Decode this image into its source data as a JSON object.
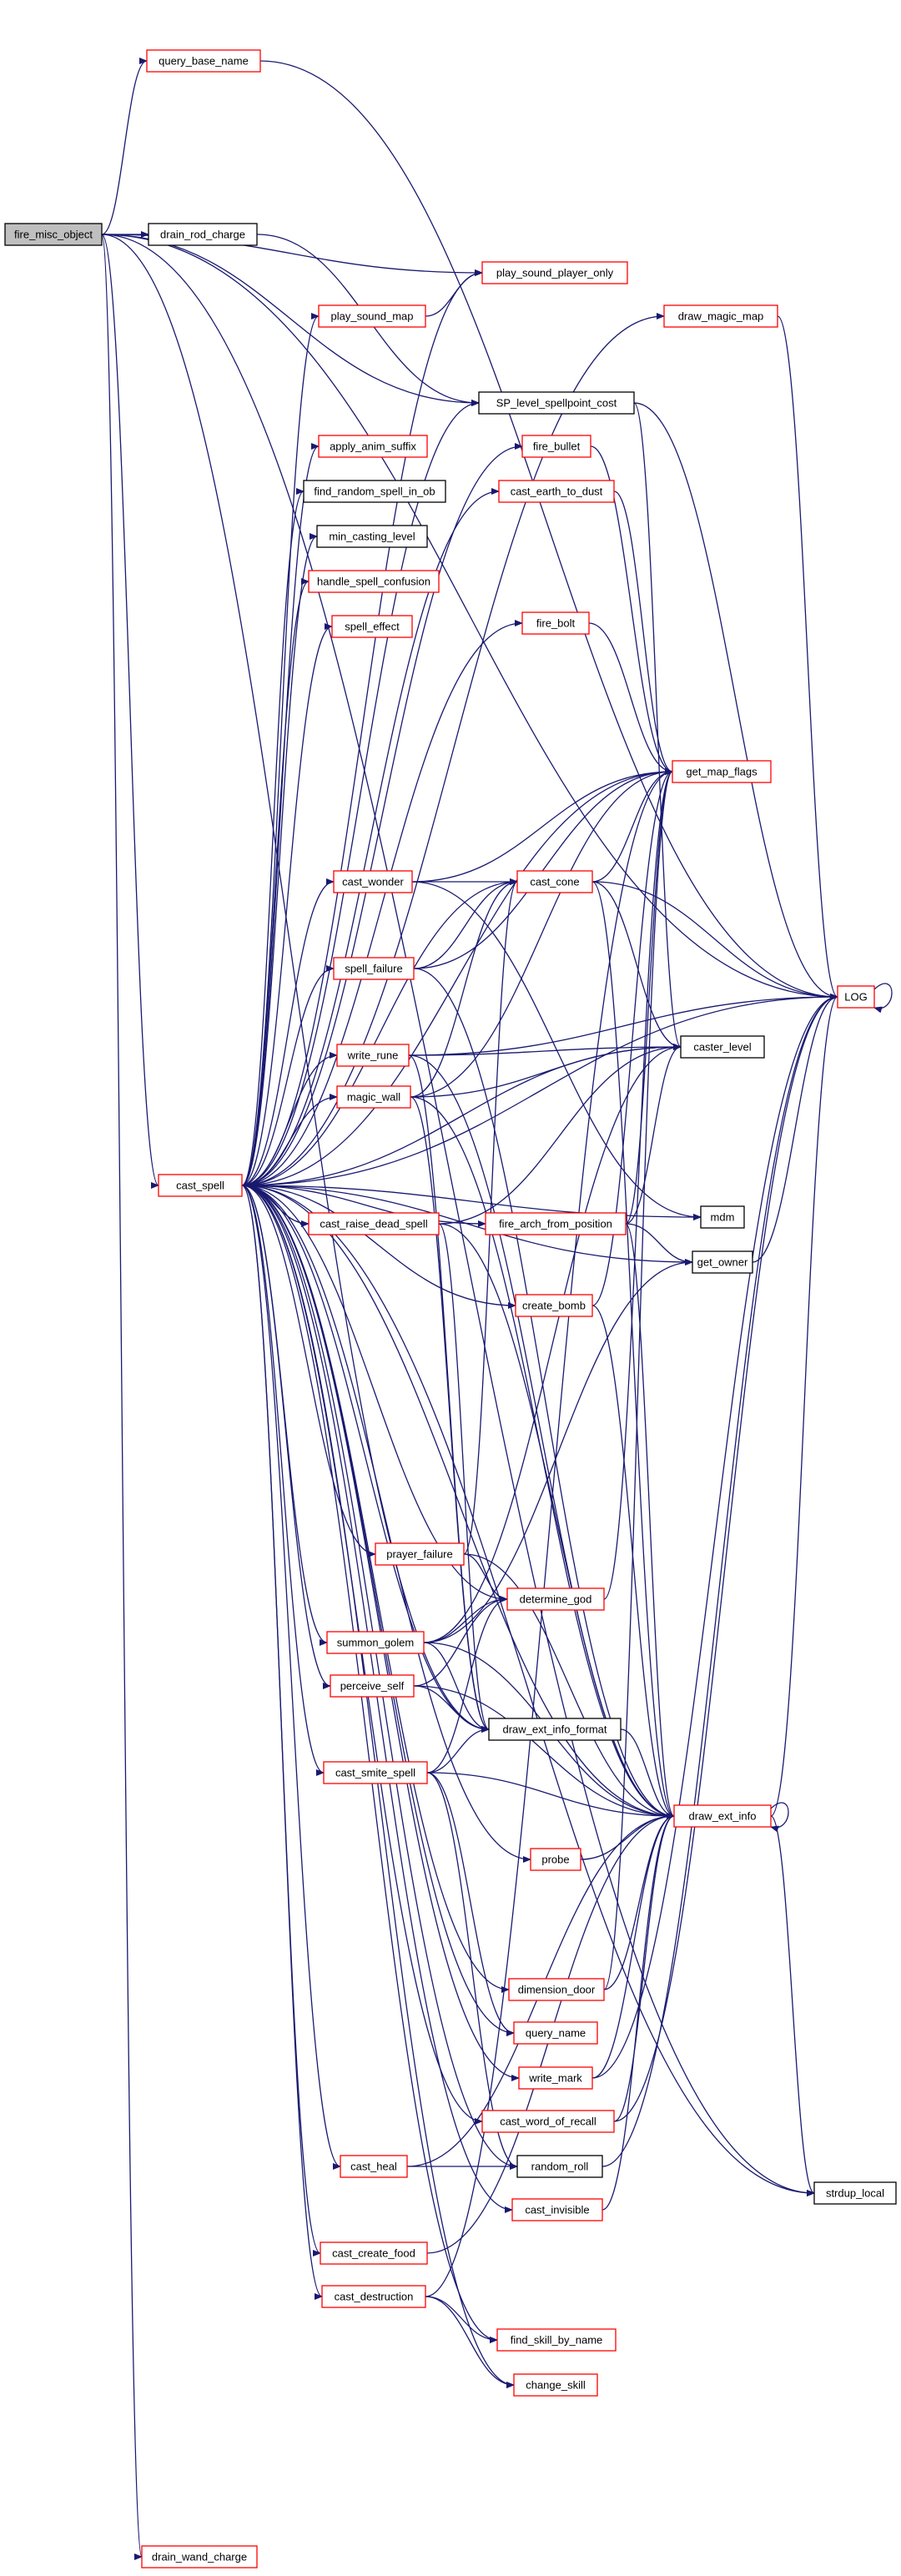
{
  "nodes": [
    {
      "id": "fire_misc_object",
      "label": "fire_misc_object",
      "style": "root"
    },
    {
      "id": "query_base_name",
      "label": "query_base_name",
      "style": "red"
    },
    {
      "id": "drain_rod_charge",
      "label": "drain_rod_charge",
      "style": "black"
    },
    {
      "id": "play_sound_player_only",
      "label": "play_sound_player_only",
      "style": "red"
    },
    {
      "id": "play_sound_map",
      "label": "play_sound_map",
      "style": "red"
    },
    {
      "id": "draw_magic_map",
      "label": "draw_magic_map",
      "style": "red"
    },
    {
      "id": "SP_level_spellpoint_cost",
      "label": "SP_level_spellpoint_cost",
      "style": "black"
    },
    {
      "id": "apply_anim_suffix",
      "label": "apply_anim_suffix",
      "style": "red"
    },
    {
      "id": "fire_bullet",
      "label": "fire_bullet",
      "style": "red"
    },
    {
      "id": "find_random_spell_in_ob",
      "label": "find_random_spell_in_ob",
      "style": "black"
    },
    {
      "id": "cast_earth_to_dust",
      "label": "cast_earth_to_dust",
      "style": "red"
    },
    {
      "id": "min_casting_level",
      "label": "min_casting_level",
      "style": "black"
    },
    {
      "id": "handle_spell_confusion",
      "label": "handle_spell_confusion",
      "style": "red"
    },
    {
      "id": "spell_effect",
      "label": "spell_effect",
      "style": "red"
    },
    {
      "id": "fire_bolt",
      "label": "fire_bolt",
      "style": "red"
    },
    {
      "id": "get_map_flags",
      "label": "get_map_flags",
      "style": "red"
    },
    {
      "id": "cast_wonder",
      "label": "cast_wonder",
      "style": "red"
    },
    {
      "id": "cast_cone",
      "label": "cast_cone",
      "style": "red"
    },
    {
      "id": "spell_failure",
      "label": "spell_failure",
      "style": "red"
    },
    {
      "id": "LOG",
      "label": "LOG",
      "style": "red"
    },
    {
      "id": "write_rune",
      "label": "write_rune",
      "style": "red"
    },
    {
      "id": "caster_level",
      "label": "caster_level",
      "style": "black"
    },
    {
      "id": "magic_wall",
      "label": "magic_wall",
      "style": "red"
    },
    {
      "id": "cast_spell",
      "label": "cast_spell",
      "style": "red"
    },
    {
      "id": "fire_arch_from_position",
      "label": "fire_arch_from_position",
      "style": "red"
    },
    {
      "id": "cast_raise_dead_spell",
      "label": "cast_raise_dead_spell",
      "style": "red"
    },
    {
      "id": "mdm",
      "label": "mdm",
      "style": "black"
    },
    {
      "id": "get_owner",
      "label": "get_owner",
      "style": "black"
    },
    {
      "id": "create_bomb",
      "label": "create_bomb",
      "style": "red"
    },
    {
      "id": "prayer_failure",
      "label": "prayer_failure",
      "style": "red"
    },
    {
      "id": "determine_god",
      "label": "determine_god",
      "style": "red"
    },
    {
      "id": "summon_golem",
      "label": "summon_golem",
      "style": "red"
    },
    {
      "id": "perceive_self",
      "label": "perceive_self",
      "style": "red"
    },
    {
      "id": "draw_ext_info_format",
      "label": "draw_ext_info_format",
      "style": "black"
    },
    {
      "id": "cast_smite_spell",
      "label": "cast_smite_spell",
      "style": "red"
    },
    {
      "id": "draw_ext_info",
      "label": "draw_ext_info",
      "style": "red"
    },
    {
      "id": "probe",
      "label": "probe",
      "style": "red"
    },
    {
      "id": "dimension_door",
      "label": "dimension_door",
      "style": "red"
    },
    {
      "id": "query_name",
      "label": "query_name",
      "style": "red"
    },
    {
      "id": "write_mark",
      "label": "write_mark",
      "style": "red"
    },
    {
      "id": "cast_word_of_recall",
      "label": "cast_word_of_recall",
      "style": "red"
    },
    {
      "id": "cast_heal",
      "label": "cast_heal",
      "style": "red"
    },
    {
      "id": "random_roll",
      "label": "random_roll",
      "style": "black"
    },
    {
      "id": "strdup_local",
      "label": "strdup_local",
      "style": "black"
    },
    {
      "id": "cast_invisible",
      "label": "cast_invisible",
      "style": "red"
    },
    {
      "id": "cast_create_food",
      "label": "cast_create_food",
      "style": "red"
    },
    {
      "id": "cast_destruction",
      "label": "cast_destruction",
      "style": "red"
    },
    {
      "id": "find_skill_by_name",
      "label": "find_skill_by_name",
      "style": "red"
    },
    {
      "id": "change_skill",
      "label": "change_skill",
      "style": "red"
    },
    {
      "id": "drain_wand_charge",
      "label": "drain_wand_charge",
      "style": "red"
    }
  ],
  "edges": [
    [
      "fire_misc_object",
      "query_base_name"
    ],
    [
      "fire_misc_object",
      "drain_rod_charge"
    ],
    [
      "fire_misc_object",
      "LOG"
    ],
    [
      "fire_misc_object",
      "play_sound_player_only"
    ],
    [
      "fire_misc_object",
      "SP_level_spellpoint_cost"
    ],
    [
      "fire_misc_object",
      "cast_spell"
    ],
    [
      "fire_misc_object",
      "draw_ext_info_format"
    ],
    [
      "fire_misc_object",
      "strdup_local"
    ],
    [
      "fire_misc_object",
      "drain_wand_charge"
    ],
    [
      "query_base_name",
      "LOG"
    ],
    [
      "drain_rod_charge",
      "SP_level_spellpoint_cost"
    ],
    [
      "play_sound_map",
      "play_sound_player_only"
    ],
    [
      "draw_magic_map",
      "LOG"
    ],
    [
      "SP_level_spellpoint_cost",
      "caster_level"
    ],
    [
      "SP_level_spellpoint_cost",
      "LOG"
    ],
    [
      "fire_bullet",
      "get_map_flags"
    ],
    [
      "cast_earth_to_dust",
      "get_map_flags"
    ],
    [
      "fire_bolt",
      "get_map_flags"
    ],
    [
      "cast_wonder",
      "cast_cone"
    ],
    [
      "cast_wonder",
      "get_map_flags"
    ],
    [
      "cast_wonder",
      "mdm"
    ],
    [
      "cast_cone",
      "get_map_flags"
    ],
    [
      "cast_cone",
      "LOG"
    ],
    [
      "cast_cone",
      "caster_level"
    ],
    [
      "cast_cone",
      "draw_ext_info"
    ],
    [
      "spell_failure",
      "cast_cone"
    ],
    [
      "spell_failure",
      "get_map_flags"
    ],
    [
      "spell_failure",
      "draw_ext_info"
    ],
    [
      "write_rune",
      "LOG"
    ],
    [
      "write_rune",
      "caster_level"
    ],
    [
      "write_rune",
      "draw_ext_info"
    ],
    [
      "write_rune",
      "draw_ext_info_format"
    ],
    [
      "magic_wall",
      "caster_level"
    ],
    [
      "magic_wall",
      "cast_cone"
    ],
    [
      "magic_wall",
      "get_map_flags"
    ],
    [
      "magic_wall",
      "draw_ext_info"
    ],
    [
      "magic_wall",
      "draw_ext_info_format"
    ],
    [
      "fire_arch_from_position",
      "get_map_flags"
    ],
    [
      "fire_arch_from_position",
      "caster_level"
    ],
    [
      "fire_arch_from_position",
      "get_owner"
    ],
    [
      "fire_arch_from_position",
      "draw_ext_info"
    ],
    [
      "cast_raise_dead_spell",
      "caster_level"
    ],
    [
      "cast_raise_dead_spell",
      "draw_ext_info"
    ],
    [
      "cast_raise_dead_spell",
      "draw_ext_info_format"
    ],
    [
      "create_bomb",
      "get_map_flags"
    ],
    [
      "create_bomb",
      "draw_ext_info"
    ],
    [
      "get_owner",
      "LOG"
    ],
    [
      "prayer_failure",
      "determine_god"
    ],
    [
      "prayer_failure",
      "cast_cone"
    ],
    [
      "prayer_failure",
      "draw_ext_info"
    ],
    [
      "summon_golem",
      "determine_god"
    ],
    [
      "summon_golem",
      "draw_ext_info"
    ],
    [
      "summon_golem",
      "draw_ext_info_format"
    ],
    [
      "summon_golem",
      "caster_level"
    ],
    [
      "summon_golem",
      "get_owner"
    ],
    [
      "perceive_self",
      "determine_god"
    ],
    [
      "perceive_self",
      "draw_ext_info"
    ],
    [
      "perceive_self",
      "draw_ext_info_format"
    ],
    [
      "determine_god",
      "get_map_flags"
    ],
    [
      "cast_smite_spell",
      "determine_god"
    ],
    [
      "cast_smite_spell",
      "draw_ext_info"
    ],
    [
      "cast_smite_spell",
      "draw_ext_info_format"
    ],
    [
      "cast_smite_spell",
      "query_name"
    ],
    [
      "cast_smite_spell",
      "random_roll"
    ],
    [
      "draw_ext_info_format",
      "draw_ext_info"
    ],
    [
      "draw_ext_info",
      "LOG"
    ],
    [
      "draw_ext_info",
      "strdup_local"
    ],
    [
      "draw_ext_info",
      "draw_ext_info"
    ],
    [
      "LOG",
      "LOG"
    ],
    [
      "probe",
      "draw_ext_info"
    ],
    [
      "dimension_door",
      "draw_ext_info"
    ],
    [
      "dimension_door",
      "get_map_flags"
    ],
    [
      "write_mark",
      "draw_ext_info"
    ],
    [
      "write_mark",
      "LOG"
    ],
    [
      "cast_word_of_recall",
      "draw_ext_info"
    ],
    [
      "cast_word_of_recall",
      "LOG"
    ],
    [
      "cast_heal",
      "random_roll"
    ],
    [
      "cast_heal",
      "draw_ext_info"
    ],
    [
      "random_roll",
      "LOG"
    ],
    [
      "cast_invisible",
      "draw_ext_info"
    ],
    [
      "cast_create_food",
      "draw_ext_info"
    ],
    [
      "cast_destruction",
      "find_skill_by_name"
    ],
    [
      "cast_destruction",
      "change_skill"
    ],
    [
      "cast_destruction",
      "get_map_flags"
    ],
    [
      "cast_spell",
      "play_sound_map"
    ],
    [
      "cast_spell",
      "draw_magic_map"
    ],
    [
      "cast_spell",
      "SP_level_spellpoint_cost"
    ],
    [
      "cast_spell",
      "apply_anim_suffix"
    ],
    [
      "cast_spell",
      "fire_bullet"
    ],
    [
      "cast_spell",
      "find_random_spell_in_ob"
    ],
    [
      "cast_spell",
      "cast_earth_to_dust"
    ],
    [
      "cast_spell",
      "min_casting_level"
    ],
    [
      "cast_spell",
      "handle_spell_confusion"
    ],
    [
      "cast_spell",
      "spell_effect"
    ],
    [
      "cast_spell",
      "fire_bolt"
    ],
    [
      "cast_spell",
      "get_map_flags"
    ],
    [
      "cast_spell",
      "cast_wonder"
    ],
    [
      "cast_spell",
      "cast_cone"
    ],
    [
      "cast_spell",
      "spell_failure"
    ],
    [
      "cast_spell",
      "LOG"
    ],
    [
      "cast_spell",
      "write_rune"
    ],
    [
      "cast_spell",
      "caster_level"
    ],
    [
      "cast_spell",
      "magic_wall"
    ],
    [
      "cast_spell",
      "fire_arch_from_position"
    ],
    [
      "cast_spell",
      "cast_raise_dead_spell"
    ],
    [
      "cast_spell",
      "mdm"
    ],
    [
      "cast_spell",
      "get_owner"
    ],
    [
      "cast_spell",
      "create_bomb"
    ],
    [
      "cast_spell",
      "prayer_failure"
    ],
    [
      "cast_spell",
      "determine_god"
    ],
    [
      "cast_spell",
      "summon_golem"
    ],
    [
      "cast_spell",
      "perceive_self"
    ],
    [
      "cast_spell",
      "draw_ext_info_format"
    ],
    [
      "cast_spell",
      "cast_smite_spell"
    ],
    [
      "cast_spell",
      "draw_ext_info"
    ],
    [
      "cast_spell",
      "probe"
    ],
    [
      "cast_spell",
      "dimension_door"
    ],
    [
      "cast_spell",
      "query_name"
    ],
    [
      "cast_spell",
      "write_mark"
    ],
    [
      "cast_spell",
      "cast_word_of_recall"
    ],
    [
      "cast_spell",
      "cast_heal"
    ],
    [
      "cast_spell",
      "random_roll"
    ],
    [
      "cast_spell",
      "cast_invisible"
    ],
    [
      "cast_spell",
      "cast_create_food"
    ],
    [
      "cast_spell",
      "cast_destruction"
    ],
    [
      "cast_spell",
      "find_skill_by_name"
    ],
    [
      "cast_spell",
      "change_skill"
    ],
    [
      "cast_spell",
      "play_sound_player_only"
    ],
    [
      "cast_spell",
      "strdup_local"
    ]
  ],
  "colors": {
    "edge": "#191970",
    "red_border": "#ff0000",
    "black_border": "#000000",
    "root_fill": "#bfbfbf"
  }
}
